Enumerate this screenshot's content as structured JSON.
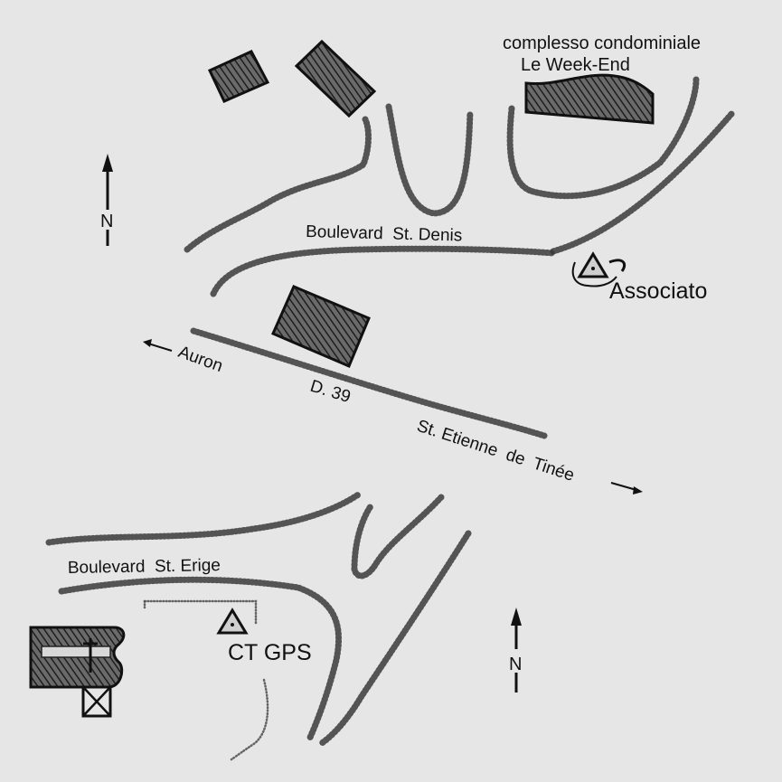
{
  "colors": {
    "background": "#e6e6e6",
    "ink": "#111111",
    "road_edge": "#3a3a3a"
  },
  "labels": {
    "complex_line1": "complesso condominiale",
    "complex_line2": "Le Week-End",
    "boulevard_st_denis": "Boulevard  St. Denis",
    "associato": "Associato",
    "auron": "Auron",
    "d39": "D. 39",
    "st_etienne": "St. Etienne  de  Tinée",
    "boulevard_st_erige": "Boulevard  St. Erige",
    "ctgps": "CT GPS",
    "north": "N"
  },
  "icons": [
    "north-arrow-icon",
    "survey-triangle-icon",
    "crossed-box-icon"
  ]
}
